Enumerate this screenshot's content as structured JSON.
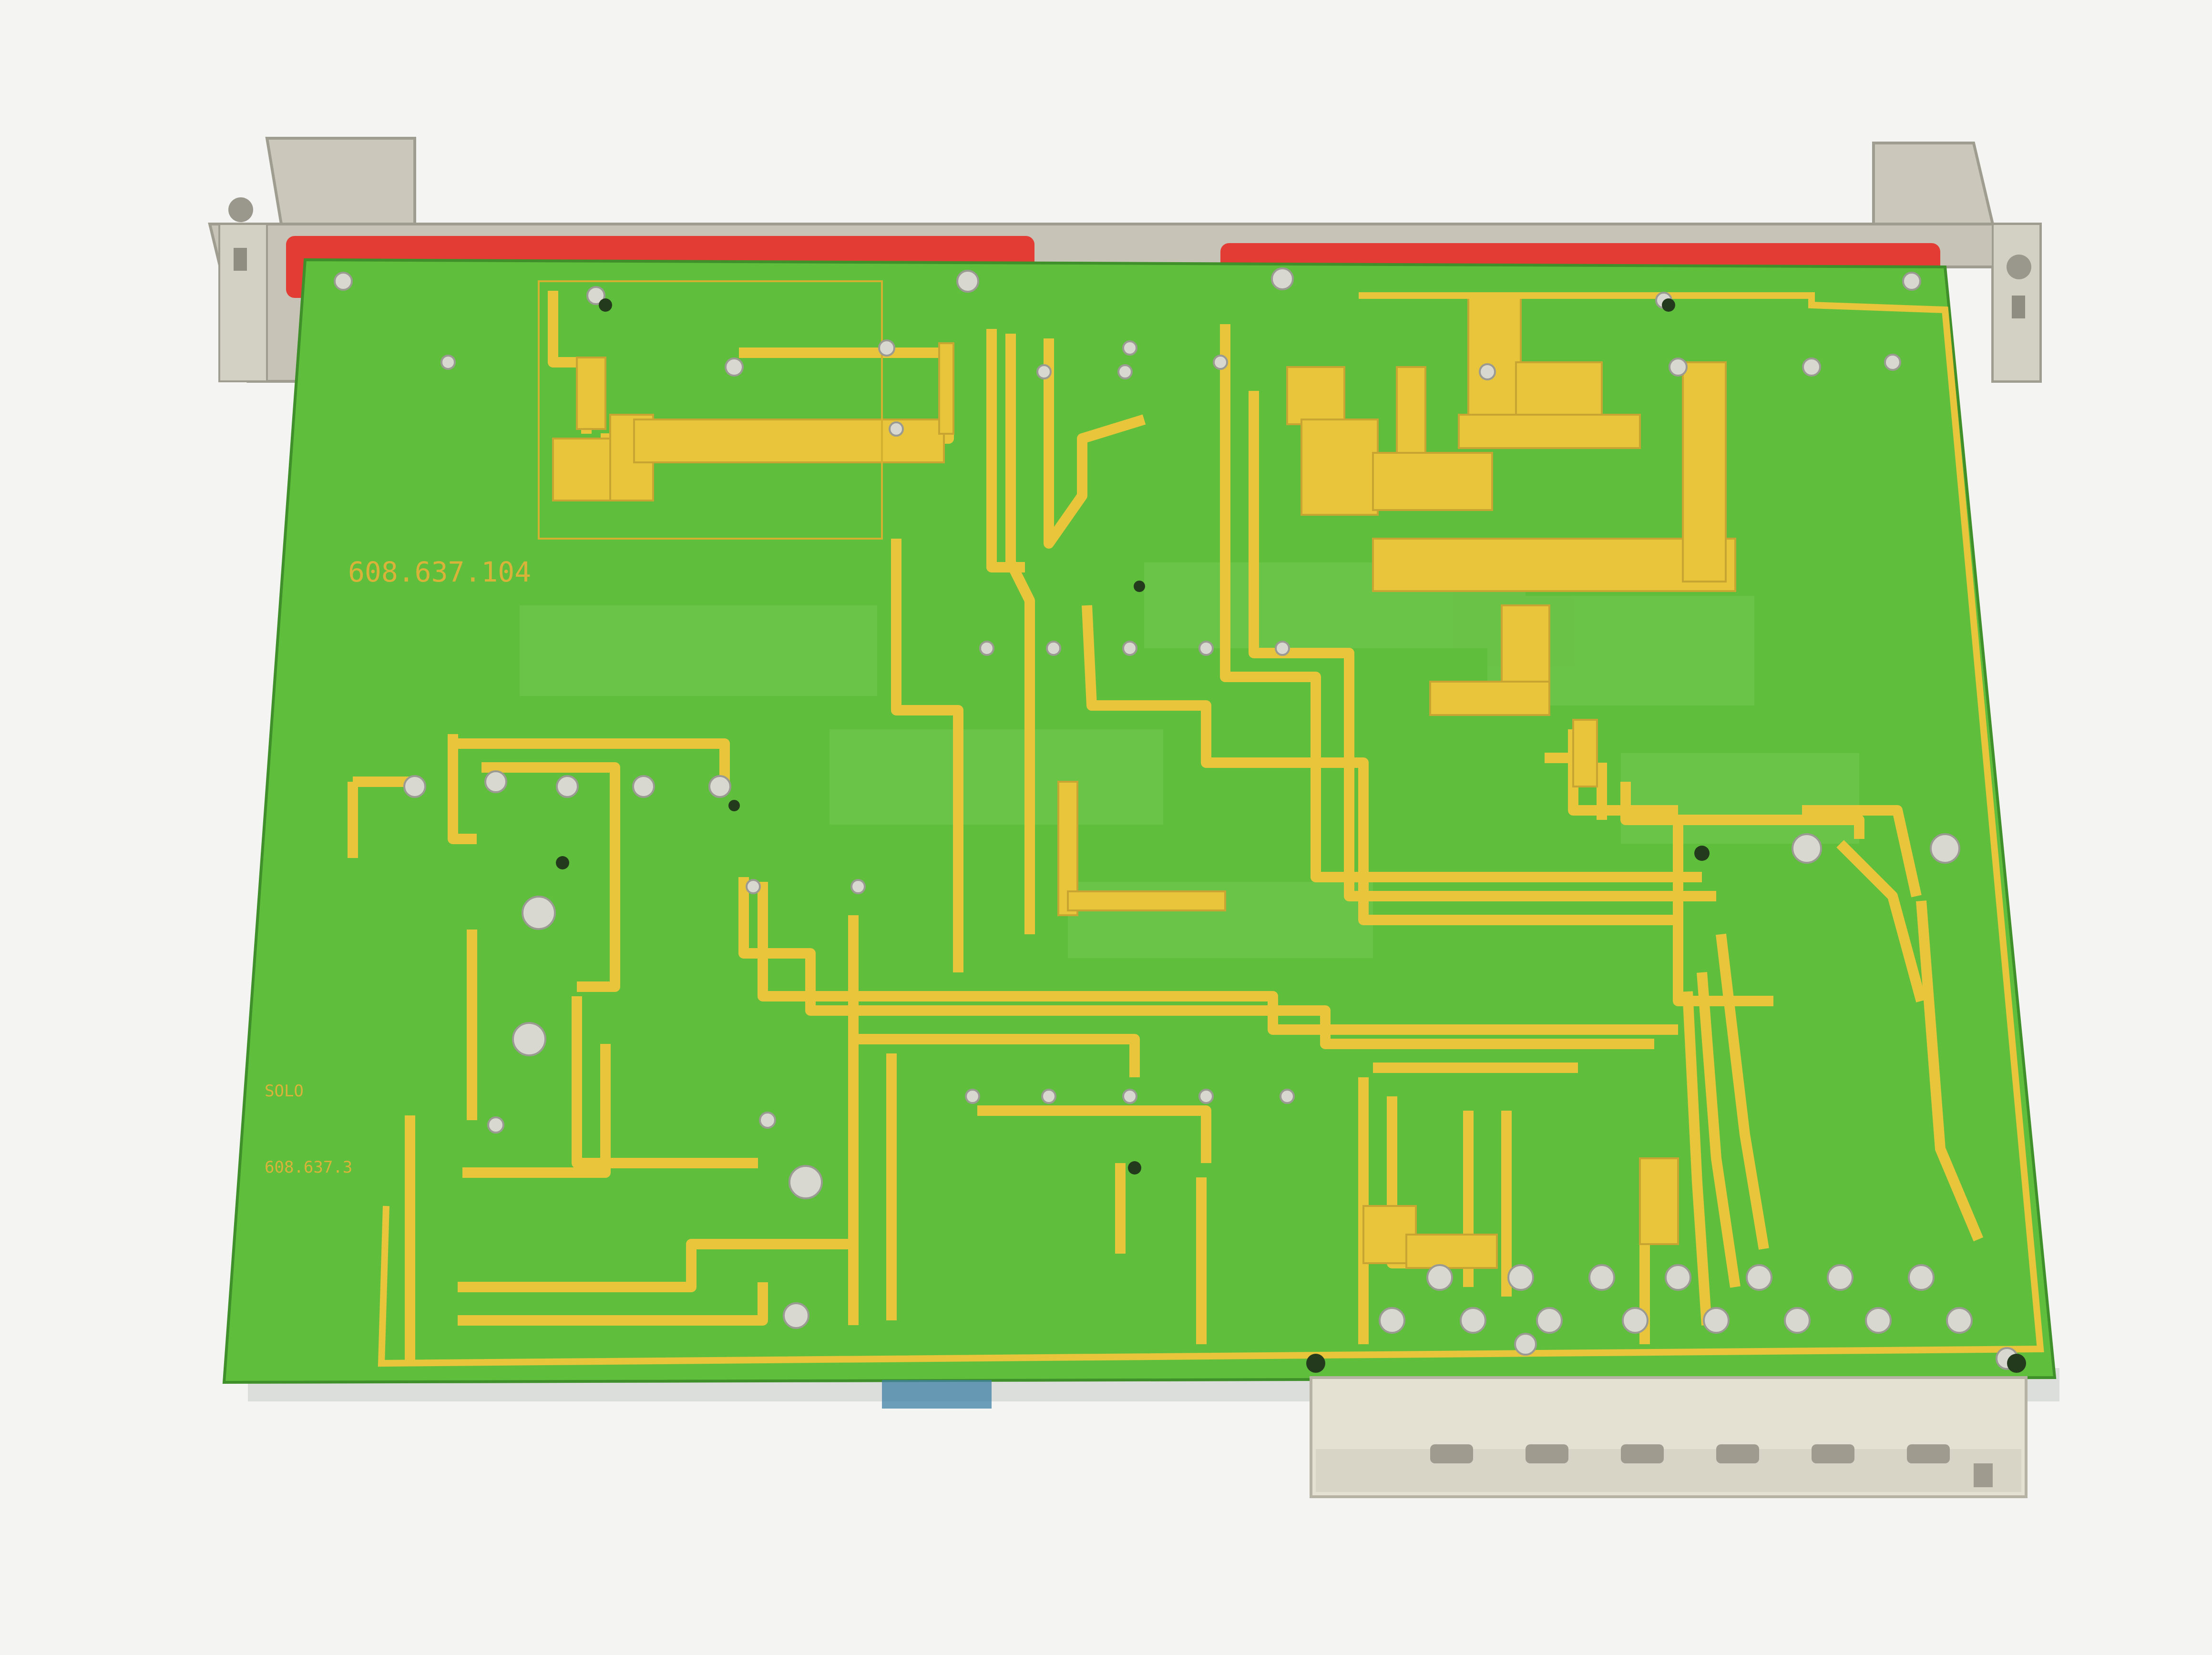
{
  "photo": {
    "subject": "pcb-solder-side",
    "colors": {
      "background": "#f4f5f3",
      "board": "#5fbf3c",
      "board_shade": "#4aa82e",
      "trace": "#e9c53c",
      "trace_edge": "#b8932a",
      "pad": "#d8d8d0",
      "front_panel": "#cfcdc2",
      "front_panel_dark": "#a9a79c",
      "connector_red": "#e23c35",
      "rear_connector": "#e4e0d2"
    }
  },
  "board": {
    "part_number": "608.637.104",
    "secondary_label": "SOLO",
    "secondary_part": "608.637.3"
  }
}
